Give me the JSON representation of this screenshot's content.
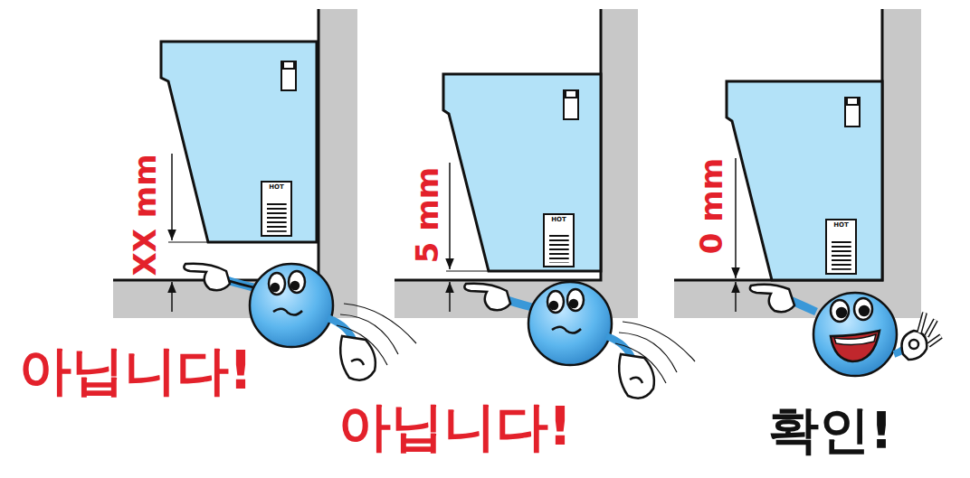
{
  "diagram": {
    "nodes": [
      {
        "text": [
          "HOT"
        ]
      },
      {
        "text": [
          "HOT"
        ]
      },
      {
        "text": [
          "HOT"
        ]
      }
    ],
    "labels": [
      "XX mm",
      "5 mm",
      "0 mm",
      "아닙니다!",
      "아닙니다!",
      "확인!"
    ]
  }
}
